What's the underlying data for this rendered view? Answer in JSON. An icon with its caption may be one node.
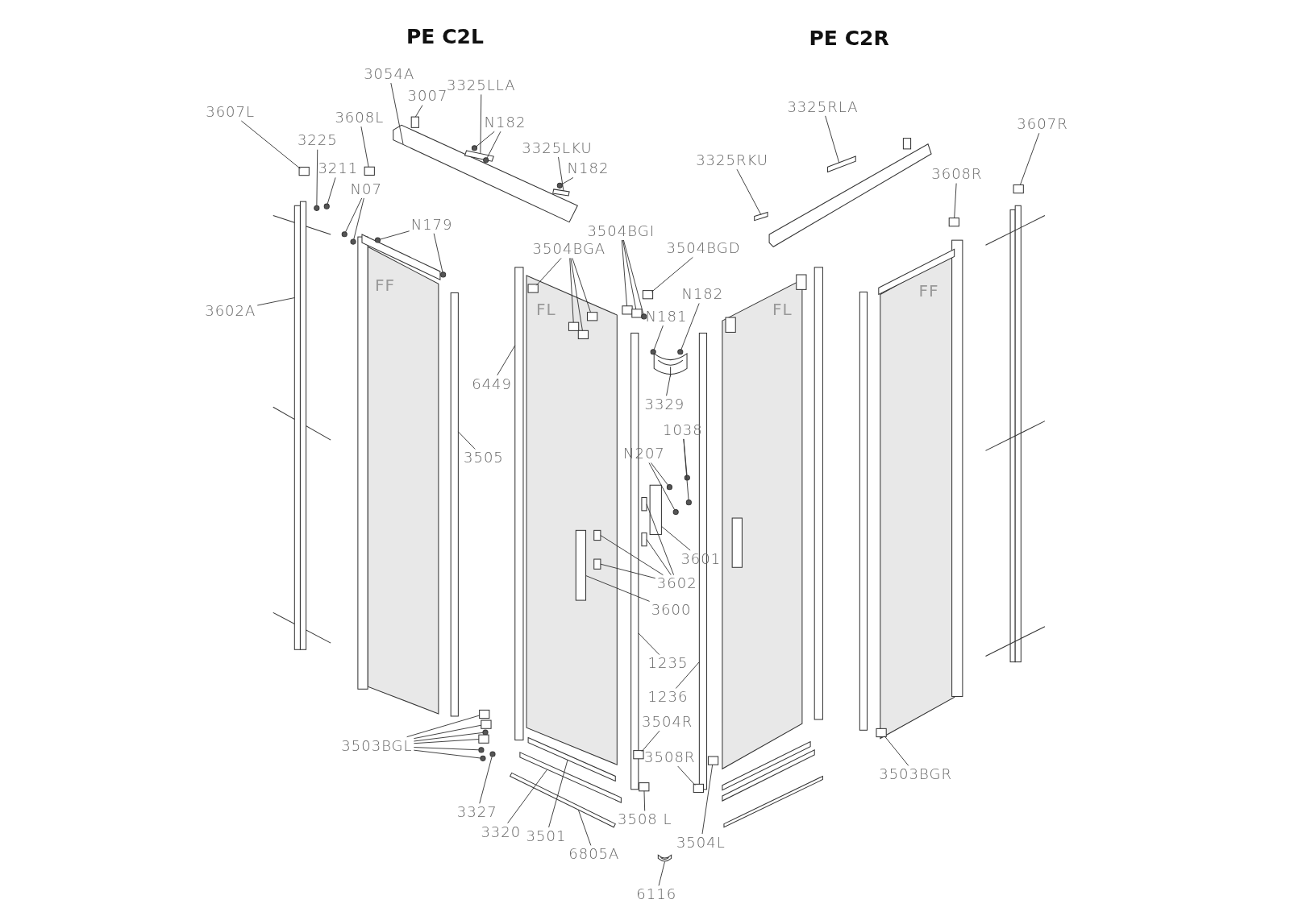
{
  "diagram": {
    "nodes": [
      {
        "text": [
          "3607L"
        ]
      },
      {
        "text": [
          "3054A"
        ]
      },
      {
        "text": [
          "3007"
        ]
      },
      {
        "text": [
          "3325LLA"
        ]
      },
      {
        "text": [
          "3608L"
        ]
      },
      {
        "text": [
          "N182"
        ]
      },
      {
        "text": [
          "3225"
        ]
      },
      {
        "text": [
          "3211"
        ]
      },
      {
        "text": [
          "3325LKU"
        ]
      },
      {
        "text": [
          "N182"
        ]
      },
      {
        "text": [
          "N07"
        ]
      },
      {
        "text": [
          "N179"
        ]
      },
      {
        "text": [
          "3504BGA"
        ]
      },
      {
        "text": [
          "3504BGI"
        ]
      },
      {
        "text": [
          "3504BGD"
        ]
      },
      {
        "text": [
          "N182"
        ]
      },
      {
        "text": [
          "3602A"
        ]
      },
      {
        "text": [
          "N181"
        ]
      },
      {
        "text": [
          "6449"
        ]
      },
      {
        "text": [
          "3329"
        ]
      },
      {
        "text": [
          "3505"
        ]
      },
      {
        "text": [
          "1038"
        ]
      },
      {
        "text": [
          "N207"
        ]
      },
      {
        "text": [
          "3601"
        ]
      },
      {
        "text": [
          "3602"
        ]
      },
      {
        "text": [
          "3600"
        ]
      },
      {
        "text": [
          "1235"
        ]
      },
      {
        "text": [
          "1236"
        ]
      },
      {
        "text": [
          "3504R"
        ]
      },
      {
        "text": [
          "3503BGL"
        ]
      },
      {
        "text": [
          "3508R"
        ]
      },
      {
        "text": [
          "3327"
        ]
      },
      {
        "text": [
          "3508 L"
        ]
      },
      {
        "text": [
          "3320"
        ]
      },
      {
        "text": [
          "3501"
        ]
      },
      {
        "text": [
          "3504L"
        ]
      },
      {
        "text": [
          "6805A"
        ]
      },
      {
        "text": [
          "6116"
        ]
      },
      {
        "text": [
          "3325RLA"
        ]
      },
      {
        "text": [
          "3607R"
        ]
      },
      {
        "text": [
          "3325RKU"
        ]
      },
      {
        "text": [
          "3608R"
        ]
      },
      {
        "text": [
          "3503BGR"
        ]
      },
      {
        "text": [],
        "shape": "box"
      },
      {
        "text": [],
        "shape": "bar"
      },
      {
        "text": [],
        "shape": "box"
      },
      {
        "text": [],
        "shape": "box"
      },
      {
        "text": [],
        "shape": "box"
      },
      {
        "text": [],
        "shape": "circle"
      },
      {
        "text": [],
        "shape": "circle"
      },
      {
        "text": [],
        "shape": "circle"
      },
      {
        "text": [],
        "shape": "circle"
      },
      {
        "text": [],
        "shape": "box"
      },
      {
        "text": [],
        "shape": "circle"
      },
      {
        "text": [],
        "shape": "circle"
      },
      {
        "text": [],
        "shape": "circle"
      },
      {
        "text": [],
        "shape": "circle"
      },
      {
        "text": [],
        "shape": "circle"
      },
      {
        "text": [],
        "shape": "box"
      },
      {
        "text": [],
        "shape": "box"
      },
      {
        "text": [],
        "shape": "box"
      },
      {
        "text": [],
        "shape": "box"
      },
      {
        "text": [],
        "shape": "box"
      },
      {
        "text": [],
        "shape": "box"
      },
      {
        "text": [],
        "shape": "circle"
      },
      {
        "text": [],
        "shape": "box"
      },
      {
        "text": [],
        "shape": "circle"
      },
      {
        "text": [],
        "shape": "bar"
      },
      {
        "text": [],
        "shape": "circle"
      },
      {
        "text": [],
        "shape": "bar"
      },
      {
        "text": [],
        "shape": "picture"
      },
      {
        "text": [],
        "shape": "bar"
      },
      {
        "text": [],
        "shape": "circle"
      },
      {
        "text": [],
        "shape": "circle"
      },
      {
        "text": [],
        "shape": "circle"
      },
      {
        "text": [],
        "shape": "circle"
      },
      {
        "text": [],
        "shape": "box"
      },
      {
        "text": [],
        "shape": "box"
      },
      {
        "text": [],
        "shape": "box"
      },
      {
        "text": [],
        "shape": "box"
      },
      {
        "text": [],
        "shape": "box"
      },
      {
        "text": [],
        "shape": "box"
      },
      {
        "text": [],
        "shape": "bar"
      },
      {
        "text": [],
        "shape": "bar"
      },
      {
        "text": [],
        "shape": "box"
      },
      {
        "text": [],
        "shape": "box"
      },
      {
        "text": [],
        "shape": "box"
      },
      {
        "text": [],
        "shape": "circle"
      },
      {
        "text": [],
        "shape": "box"
      },
      {
        "text": [],
        "shape": "circle"
      },
      {
        "text": [],
        "shape": "circle"
      },
      {
        "text": [],
        "shape": "box"
      },
      {
        "text": [],
        "shape": "circle"
      },
      {
        "text": [],
        "shape": "box"
      },
      {
        "text": [],
        "shape": "bar"
      },
      {
        "text": [],
        "shape": "bar"
      },
      {
        "text": [],
        "shape": "box"
      },
      {
        "text": [],
        "shape": "bar"
      },
      {
        "text": [],
        "shape": "picture"
      },
      {
        "text": [],
        "shape": "box"
      },
      {
        "text": [],
        "shape": "box"
      },
      {
        "text": [],
        "shape": "box"
      },
      {
        "text": [],
        "shape": "box"
      },
      {
        "text": [],
        "shape": "box"
      }
    ],
    "edges": [
      {
        "from": 0,
        "to": 43,
        "arrow": "none"
      },
      {
        "from": 1,
        "to": 44,
        "arrow": "none"
      },
      {
        "from": 2,
        "to": 45,
        "arrow": "none"
      },
      {
        "from": 3,
        "to": 46,
        "arrow": "none"
      },
      {
        "from": 4,
        "to": 47,
        "arrow": "none"
      },
      {
        "from": 5,
        "to": 48,
        "arrow": "none"
      },
      {
        "from": 5,
        "to": 49,
        "arrow": "none"
      },
      {
        "from": 6,
        "to": 50,
        "arrow": "none"
      },
      {
        "from": 7,
        "to": 51,
        "arrow": "none"
      },
      {
        "from": 8,
        "to": 52,
        "arrow": "none"
      },
      {
        "from": 9,
        "to": 53,
        "arrow": "none"
      },
      {
        "from": 10,
        "to": 54,
        "arrow": "none"
      },
      {
        "from": 10,
        "to": 55,
        "arrow": "none"
      },
      {
        "from": 11,
        "to": 56,
        "arrow": "none"
      },
      {
        "from": 11,
        "to": 57,
        "arrow": "none"
      },
      {
        "from": 12,
        "to": 58,
        "arrow": "none"
      },
      {
        "from": 12,
        "to": 59,
        "arrow": "none"
      },
      {
        "from": 12,
        "to": 60,
        "arrow": "none"
      },
      {
        "from": 12,
        "to": 61,
        "arrow": "none"
      },
      {
        "from": 13,
        "to": 62,
        "arrow": "none"
      },
      {
        "from": 13,
        "to": 63,
        "arrow": "none"
      },
      {
        "from": 13,
        "to": 64,
        "arrow": "none"
      },
      {
        "from": 14,
        "to": 65,
        "arrow": "none"
      },
      {
        "from": 15,
        "to": 66,
        "arrow": "none"
      },
      {
        "from": 16,
        "to": 67,
        "arrow": "none"
      },
      {
        "from": 17,
        "to": 68,
        "arrow": "none"
      },
      {
        "from": 18,
        "to": 69,
        "arrow": "none"
      },
      {
        "from": 19,
        "to": 70,
        "arrow": "none"
      },
      {
        "from": 20,
        "to": 71,
        "arrow": "none"
      },
      {
        "from": 21,
        "to": 72,
        "arrow": "none"
      },
      {
        "from": 21,
        "to": 73,
        "arrow": "none"
      },
      {
        "from": 22,
        "to": 74,
        "arrow": "none"
      },
      {
        "from": 22,
        "to": 75,
        "arrow": "none"
      },
      {
        "from": 23,
        "to": 76,
        "arrow": "none"
      },
      {
        "from": 24,
        "to": 77,
        "arrow": "none"
      },
      {
        "from": 24,
        "to": 78,
        "arrow": "none"
      },
      {
        "from": 24,
        "to": 79,
        "arrow": "none"
      },
      {
        "from": 24,
        "to": 80,
        "arrow": "none"
      },
      {
        "from": 25,
        "to": 81,
        "arrow": "none"
      },
      {
        "from": 26,
        "to": 82,
        "arrow": "none"
      },
      {
        "from": 27,
        "to": 83,
        "arrow": "none"
      },
      {
        "from": 28,
        "to": 84,
        "arrow": "none"
      },
      {
        "from": 29,
        "to": 85,
        "arrow": "none"
      },
      {
        "from": 29,
        "to": 86,
        "arrow": "none"
      },
      {
        "from": 29,
        "to": 87,
        "arrow": "none"
      },
      {
        "from": 29,
        "to": 88,
        "arrow": "none"
      },
      {
        "from": 29,
        "to": 89,
        "arrow": "none"
      },
      {
        "from": 29,
        "to": 90,
        "arrow": "none"
      },
      {
        "from": 30,
        "to": 91,
        "arrow": "none"
      },
      {
        "from": 31,
        "to": 92,
        "arrow": "none"
      },
      {
        "from": 32,
        "to": 93,
        "arrow": "none"
      },
      {
        "from": 33,
        "to": 94,
        "arrow": "none"
      },
      {
        "from": 34,
        "to": 95,
        "arrow": "none"
      },
      {
        "from": 35,
        "to": 96,
        "arrow": "none"
      },
      {
        "from": 36,
        "to": 97,
        "arrow": "none"
      },
      {
        "from": 37,
        "to": 98,
        "arrow": "none"
      },
      {
        "from": 38,
        "to": 99,
        "arrow": "none"
      },
      {
        "from": 39,
        "to": 100,
        "arrow": "none"
      },
      {
        "from": 40,
        "to": 101,
        "arrow": "none"
      },
      {
        "from": 41,
        "to": 102,
        "arrow": "none"
      },
      {
        "from": 42,
        "to": 103,
        "arrow": "none"
      }
    ],
    "labels": [
      "PE C2L",
      "PE C2R",
      "FF",
      "FL",
      "FL",
      "FF"
    ]
  }
}
